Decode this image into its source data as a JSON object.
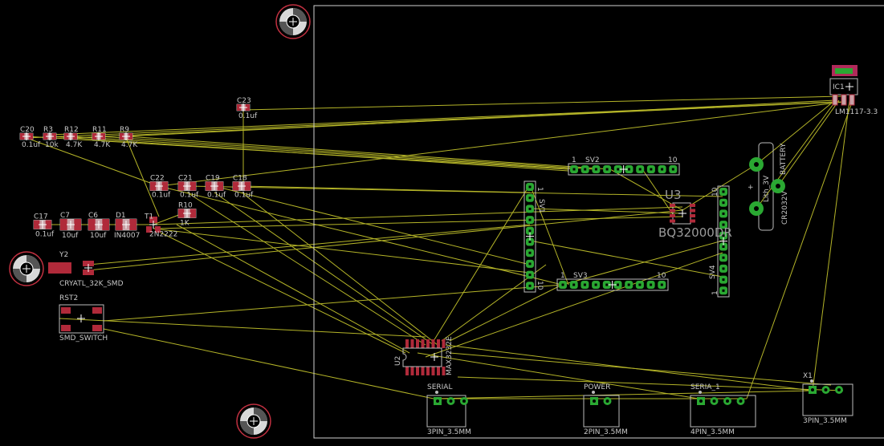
{
  "board": {
    "smd_parts": [
      {
        "name": "C20",
        "value": "0.1uf"
      },
      {
        "name": "R3",
        "value": "10k"
      },
      {
        "name": "R12",
        "value": "4.7K"
      },
      {
        "name": "R11",
        "value": "4.7K"
      },
      {
        "name": "R9",
        "value": "4.7K"
      },
      {
        "name": "C23",
        "value": "0.1uf"
      },
      {
        "name": "C22",
        "value": "0.1uf"
      },
      {
        "name": "C21",
        "value": "0.1uf"
      },
      {
        "name": "C19",
        "value": "0.1uf"
      },
      {
        "name": "C18",
        "value": "0.1uf"
      },
      {
        "name": "R10",
        "value": "1K"
      },
      {
        "name": "C17",
        "value": "0.1uf"
      },
      {
        "name": "C7",
        "value": "10uf"
      },
      {
        "name": "C6",
        "value": "10uf"
      },
      {
        "name": "D1",
        "value": "IN4007"
      },
      {
        "name": "T1",
        "value": "2N2222"
      }
    ],
    "crystal": {
      "name": "Y2",
      "value": "CRYATL_32K_SMD"
    },
    "switch": {
      "name": "RST2",
      "value": "SMD_SWITCH"
    },
    "headers": [
      {
        "name": "SV2",
        "first": "1",
        "last": "10"
      },
      {
        "name": "SV1",
        "first": "1",
        "last": "10"
      },
      {
        "name": "SV3",
        "first": "1",
        "last": "10"
      },
      {
        "name": "SV4",
        "first": "1",
        "last": "10"
      }
    ],
    "rtc": {
      "name": "U3",
      "value": "BQ32000DR"
    },
    "battery": {
      "name": "BATTERY",
      "value": "CR2032V",
      "polarity": "+",
      "type": "Lith_3V"
    },
    "regulator": {
      "name": "IC1",
      "value": "LM1117-3.3"
    },
    "transceiver": {
      "name": "U2",
      "value": "MAX3232E"
    },
    "connectors": [
      {
        "name": "SERIAL",
        "value": "3PIN_3.5MM"
      },
      {
        "name": "POWER",
        "value": "2PIN_3.5MM"
      },
      {
        "name": "SERIA_1",
        "value": "4PIN_3.5MM"
      },
      {
        "name": "X1",
        "value": "3PIN_3.5MM"
      }
    ],
    "colors": {
      "background": "#000000",
      "airwire": "#b4b428",
      "pad_smd": "#b02a3a",
      "pad_tht": "#2aa832",
      "outline": "#bdbdbd"
    }
  }
}
